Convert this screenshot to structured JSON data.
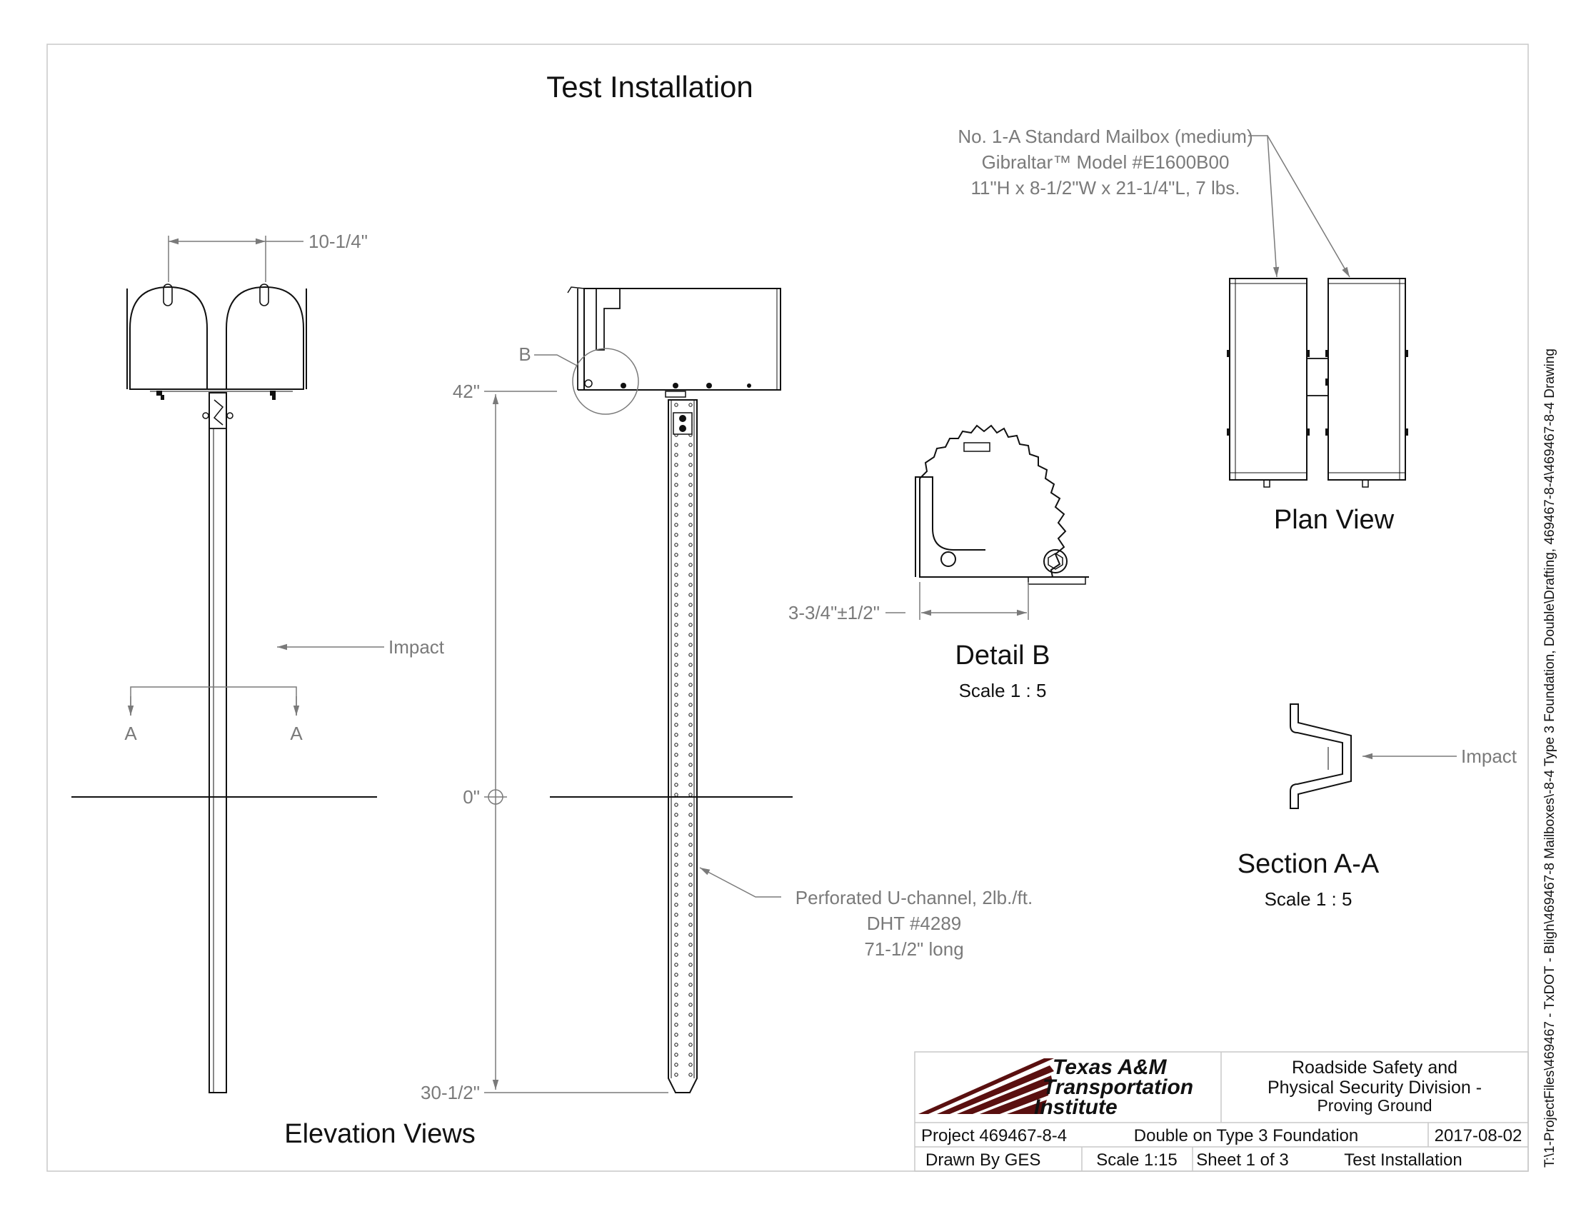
{
  "title": "Test Installation",
  "side_path": "T:\\1-ProjectFiles\\469467 - TxDOT - Bligh\\469467-8 Mailboxes\\-8-4 Type 3 Foundation, Double\\Drafting, 469467-8-4\\469467-8-4 Drawing",
  "elevation": {
    "dim_spacing": "10-1/4\"",
    "impact": "Impact",
    "section_mark_left": "A",
    "section_mark_right": "A",
    "label": "Elevation Views"
  },
  "side_elev": {
    "callout_b": "B",
    "elev_top": "42\"",
    "elev_ground": "0\"",
    "elev_bottom": "30-1/2\"",
    "post_note": [
      "Perforated U-channel, 2lb./ft.",
      "DHT #4289",
      "71-1/2\" long"
    ]
  },
  "mailbox_note": [
    "No. 1-A Standard Mailbox (medium)",
    "Gibraltar™ Model #E1600B00",
    "11\"H x 8-1/2\"W x 21-1/4\"L, 7 lbs."
  ],
  "plan_view": {
    "label": "Plan View"
  },
  "detail_b": {
    "dim": "3-3/4\"±1/2\"",
    "label": "Detail B",
    "scale": "Scale 1 : 5"
  },
  "section_aa": {
    "impact": "Impact",
    "label": "Section A-A",
    "scale": "Scale 1 : 5"
  },
  "title_block": {
    "logo_lines": [
      "Texas A&M",
      "Transportation",
      "Institute"
    ],
    "division": [
      "Roadside Safety and",
      "Physical Security Division -",
      "Proving Ground"
    ],
    "project": "Project  469467-8-4",
    "description": "Double on Type 3 Foundation",
    "date": "2017-08-02",
    "drawn_by": "Drawn By   GES",
    "scale": "Scale 1:15",
    "sheet": "Sheet   1 of 3",
    "sheet_title": "Test Installation"
  },
  "colors": {
    "line": "#111111",
    "annotation": "#7a7a7a",
    "logo": "#5a1010"
  }
}
